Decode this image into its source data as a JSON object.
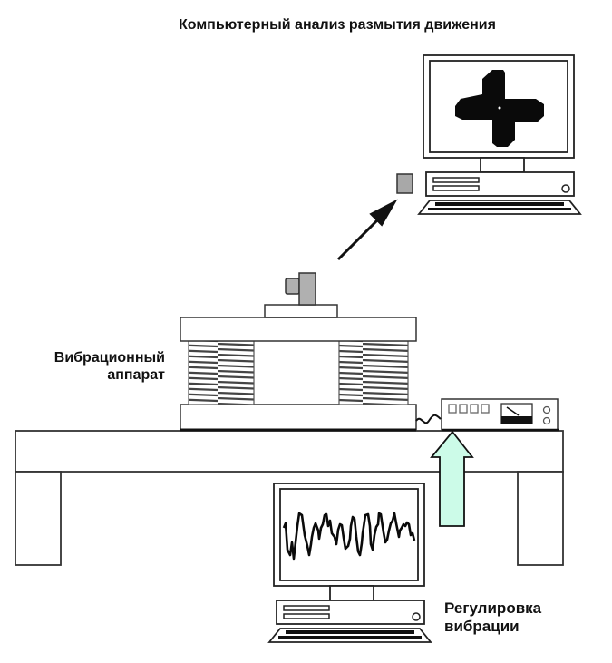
{
  "labels": {
    "title": "Компьютерный анализ размытия движения",
    "vibration_apparatus_line1": "Вибрационный",
    "vibration_apparatus_line2": "аппарат",
    "vibration_control_line1": "Регулировка",
    "vibration_control_line2": "вибрации"
  },
  "components": {
    "analysis_computer": {
      "screen_content": "motion-blur-cross-icon"
    },
    "control_computer": {
      "screen_content": "vibration-waveform"
    },
    "camera": {
      "icon": "camera-icon"
    },
    "controller": {
      "buttons": 4,
      "meter": "analog-meter-icon",
      "knobs": 2
    }
  },
  "colors": {
    "stroke": "#111111",
    "camera_fill": "#a8a8a8",
    "arrow_fill": "#ccfbe8",
    "coil_stripe": "#555555",
    "background": "#ffffff"
  }
}
